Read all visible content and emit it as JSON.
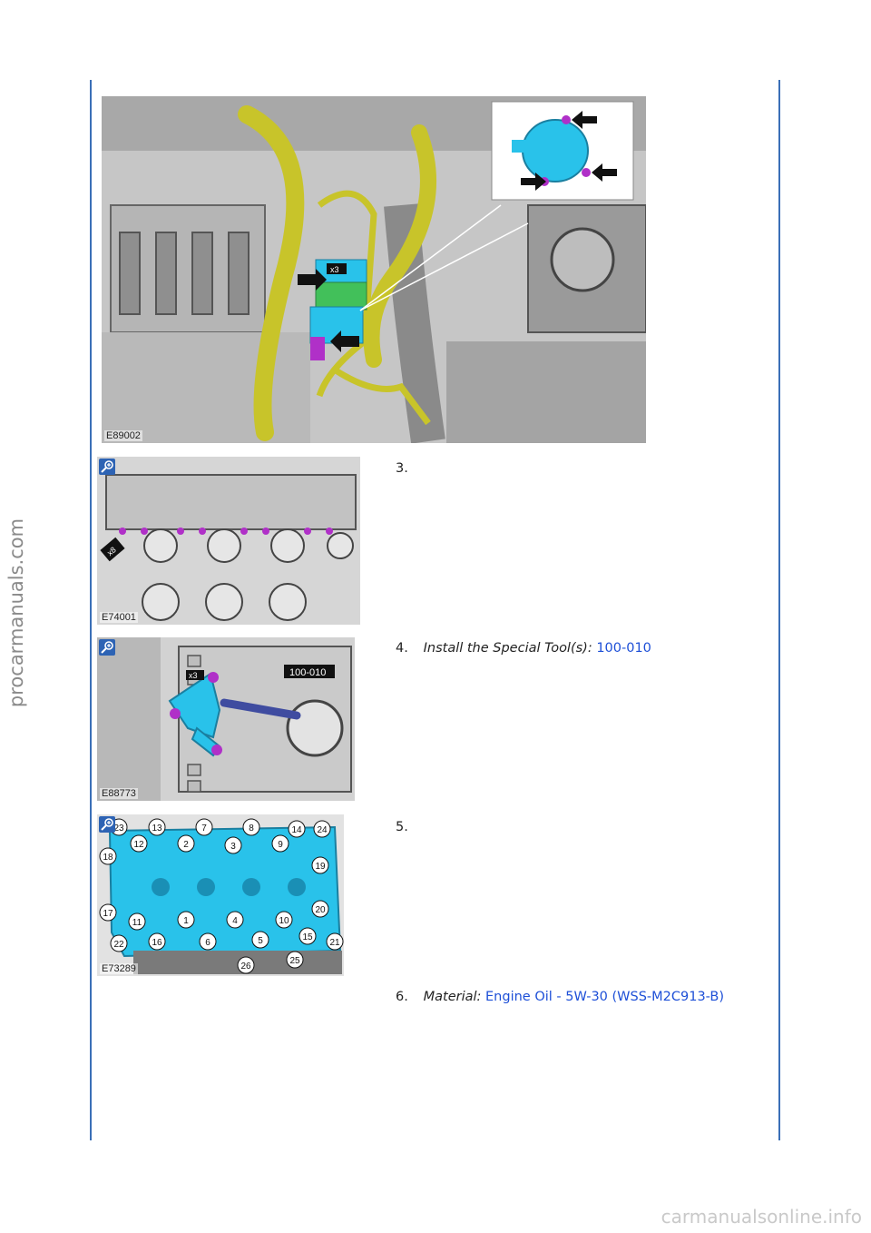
{
  "side_text": "procarmanuals.com",
  "watermark": "carmanualsonline.info",
  "figures": {
    "fig1": {
      "code": "E89002",
      "callouts": [
        "x3"
      ]
    },
    "fig2": {
      "code": "E74001",
      "callouts": [
        "x8"
      ]
    },
    "fig3": {
      "code": "E88773",
      "callouts": [
        "x3",
        "100-010"
      ]
    },
    "fig4": {
      "code": "E73289",
      "labels": [
        "23",
        "13",
        "7",
        "8",
        "14",
        "24",
        "12",
        "2",
        "3",
        "9",
        "18",
        "19",
        "17",
        "20",
        "11",
        "1",
        "4",
        "10",
        "15",
        "21",
        "22",
        "16",
        "6",
        "5",
        "26",
        "25"
      ]
    }
  },
  "steps": [
    {
      "num": "3.",
      "prefix": "",
      "link": ""
    },
    {
      "num": "4.",
      "prefix": "Install the Special Tool(s):",
      "link": "100-010"
    },
    {
      "num": "5.",
      "prefix": "",
      "link": ""
    },
    {
      "num": "6.",
      "prefix": "Material:",
      "link": "Engine Oil - 5W-30 (WSS-M2C913-B)"
    }
  ],
  "colors": {
    "rule": "#3a6fb7",
    "link": "#1d4fd7",
    "component": "#29c2ea",
    "fastener": "#b030c8",
    "hose": "#c8c42a"
  }
}
